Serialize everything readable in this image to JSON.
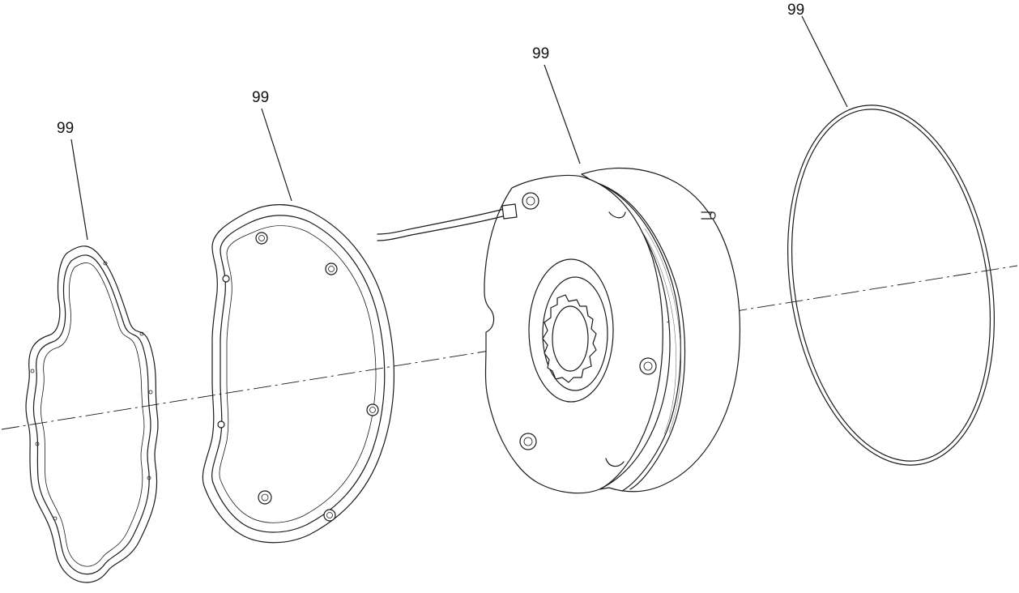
{
  "drawing": {
    "callouts": [
      {
        "id": "gasket-left",
        "label": "99"
      },
      {
        "id": "gasket-flange",
        "label": "99"
      },
      {
        "id": "brake-assembly",
        "label": "99"
      },
      {
        "id": "o-ring",
        "label": "99"
      }
    ]
  }
}
